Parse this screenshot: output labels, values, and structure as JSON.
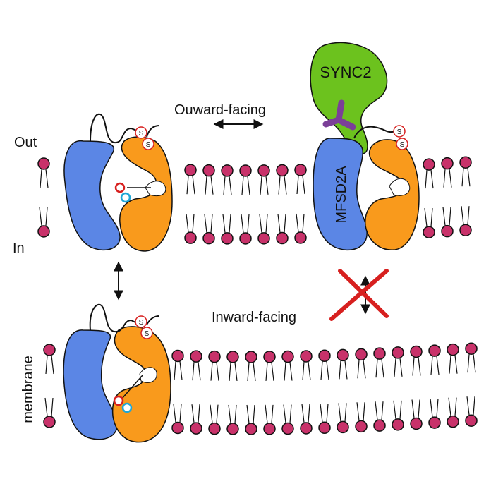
{
  "labels": {
    "out": "Out",
    "in": "In",
    "membrane": "membrane",
    "outward": "Ouward-facing",
    "inward": "Inward-facing",
    "sync2": "SYNC2",
    "mfsd2a": "MFSD2A",
    "disulfide": "S"
  },
  "colors": {
    "blue_domain": "#5b86e5",
    "orange_domain": "#f99a1c",
    "green_protein": "#6cc21e",
    "purple_glycan": "#7b3f98",
    "lipid_head": "#c8326a",
    "blocked_x": "#d7201f",
    "substrate_red": "#d7201f",
    "substrate_cyan": "#1ea6d6"
  }
}
